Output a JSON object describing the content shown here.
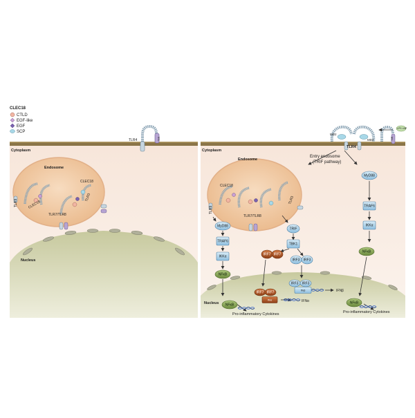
{
  "legend": {
    "title": "CLEC18",
    "items": [
      {
        "label": "CTLD",
        "color": "#f2b6a4"
      },
      {
        "label": "EGF-like",
        "color": "#c9a0d6"
      },
      {
        "label": "EGF",
        "color": "#7a62b0"
      },
      {
        "label": "SCP",
        "color": "#a8d8e8"
      }
    ]
  },
  "left_panel": {
    "tlr4": "TLR4",
    "tlr4_domain": "TIR",
    "cytoplasm": "Cytoplasm",
    "endosome": "Endosome",
    "tlr9": "TLR9",
    "clec18_a": "CLEC18",
    "clec18_b": "CLEC18",
    "tlr3": "TLR3",
    "tlr78": "TLR7/TLR8",
    "nucleus": "Nucleus"
  },
  "right_panel": {
    "cytoplasm": "Cytoplasm",
    "endosome": "Endosome",
    "entry_endosome": "Entry endosome",
    "trif_pathway": "(TRIF pathway)",
    "md2_left": "MD2",
    "md2_right": "MD2",
    "tlr4": "TLR4",
    "lps_lbp": "LPS LBP",
    "clec18": "CLEC18",
    "tlr9": "TLR9",
    "tlr78": "TLR7/TLR8",
    "tlr3": "TLR3",
    "tir": "TIR",
    "nodes": {
      "myd88_left": "MyD88",
      "traf6_left": "TRAF6",
      "ikka_left": "IKKα",
      "nfkb_left": "NFκB",
      "nfkb_nuc_left": "NFκB",
      "trif": "TRIF",
      "tbk1": "TBK1",
      "irf7_a": "IRF7",
      "irf7_b": "IRF7",
      "irf3_a": "IRF3",
      "irf3_b": "IRF3",
      "myd88_right": "MyD88",
      "traf6_right": "TRAF6",
      "ikka_right": "IKKα",
      "nfkb_right": "NFκB",
      "nfkb_nuc_right": "NFκB",
      "irf7_nuc_a": "IRF7",
      "irf7_nuc_b": "IRF7",
      "ifna_gene": "Ifnα",
      "irf3_nuc_a": "IRF3",
      "irf3_nuc_b": "IRF3",
      "ifnb_gene": "Ifnβ"
    },
    "outputs": {
      "ifnb": "IFNβ",
      "ifna": "IFNα",
      "cytokines_left": "Pro-inflammatory Cytokines",
      "cytokines_right": "Pro-inflammatory Cytokines"
    },
    "nucleus": "Nucleus"
  },
  "colors": {
    "membrane": "#8a7548",
    "cytoplasm": "#f6e8de",
    "endosome": "#f1c9a0",
    "nucleus": "#d4d5b2",
    "blue_node": "#b9d9ee",
    "brown_node": "#b45a2d",
    "green_node": "#8aa55a",
    "receptor": "#8aa3b4"
  }
}
